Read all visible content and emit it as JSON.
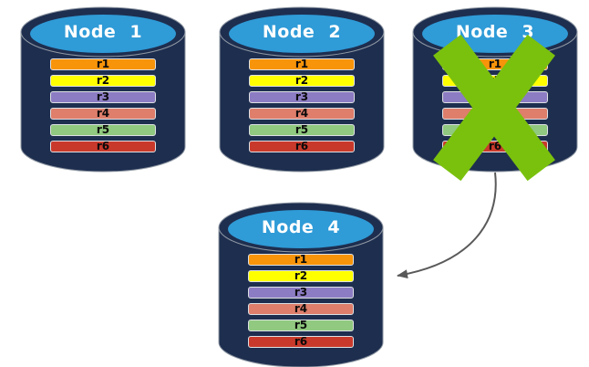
{
  "diagram": {
    "nodes": [
      {
        "title": "Node 1"
      },
      {
        "title": "Node 2"
      },
      {
        "title": "Node 3"
      },
      {
        "title": "Node 4"
      }
    ],
    "rows": [
      {
        "label": "r1",
        "color": "#F7940A"
      },
      {
        "label": "r2",
        "color": "#FFFF00"
      },
      {
        "label": "r3",
        "color": "#8C7CC3"
      },
      {
        "label": "r4",
        "color": "#DE7E6B"
      },
      {
        "label": "r5",
        "color": "#90C97F"
      },
      {
        "label": "r6",
        "color": "#C9392B"
      }
    ],
    "failed_node": "Node 3",
    "arrow": {
      "from": "Node 3",
      "to": "Node 4"
    },
    "colors": {
      "cylinder_body": "#1E2E4F",
      "cylinder_top": "#2F9BD7",
      "cylinder_outline": "#8f98a3",
      "failure_cross": "#7AC10D",
      "arrow": "#595959",
      "title_text": "#FFFFFF",
      "bar_text": "#0A0A0A",
      "background": "#FFFFFF"
    }
  }
}
